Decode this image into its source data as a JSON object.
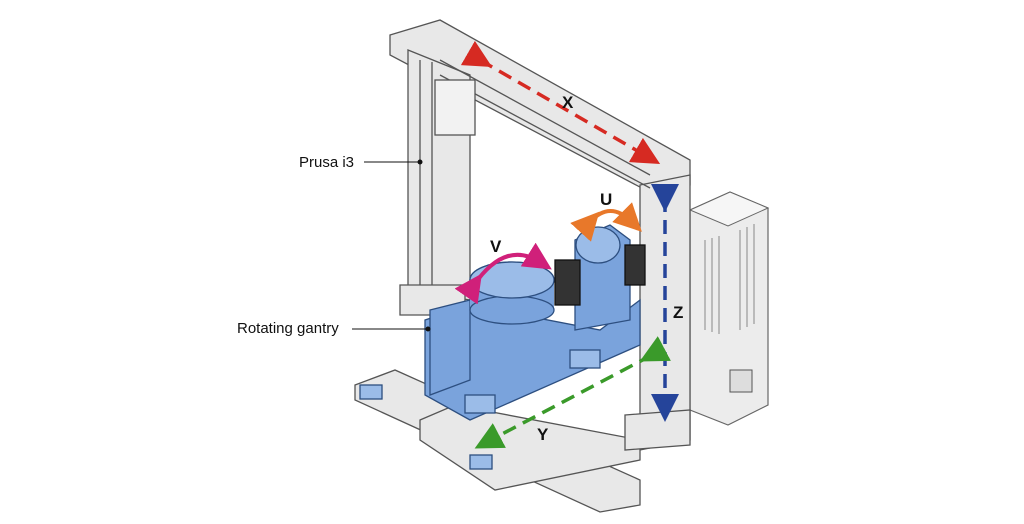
{
  "labels": {
    "printer": "Prusa i3",
    "gantry": "Rotating gantry"
  },
  "axes": {
    "x": "X",
    "y": "Y",
    "z": "Z",
    "u": "U",
    "v": "V"
  },
  "colors": {
    "x_arrow": "#d62a22",
    "y_arrow": "#3a9a2a",
    "z_arrow": "#25449a",
    "u_arrow": "#e8782a",
    "v_arrow": "#d0207a",
    "gantry": "#7aa3dc",
    "frame": "#e6e6e6"
  }
}
